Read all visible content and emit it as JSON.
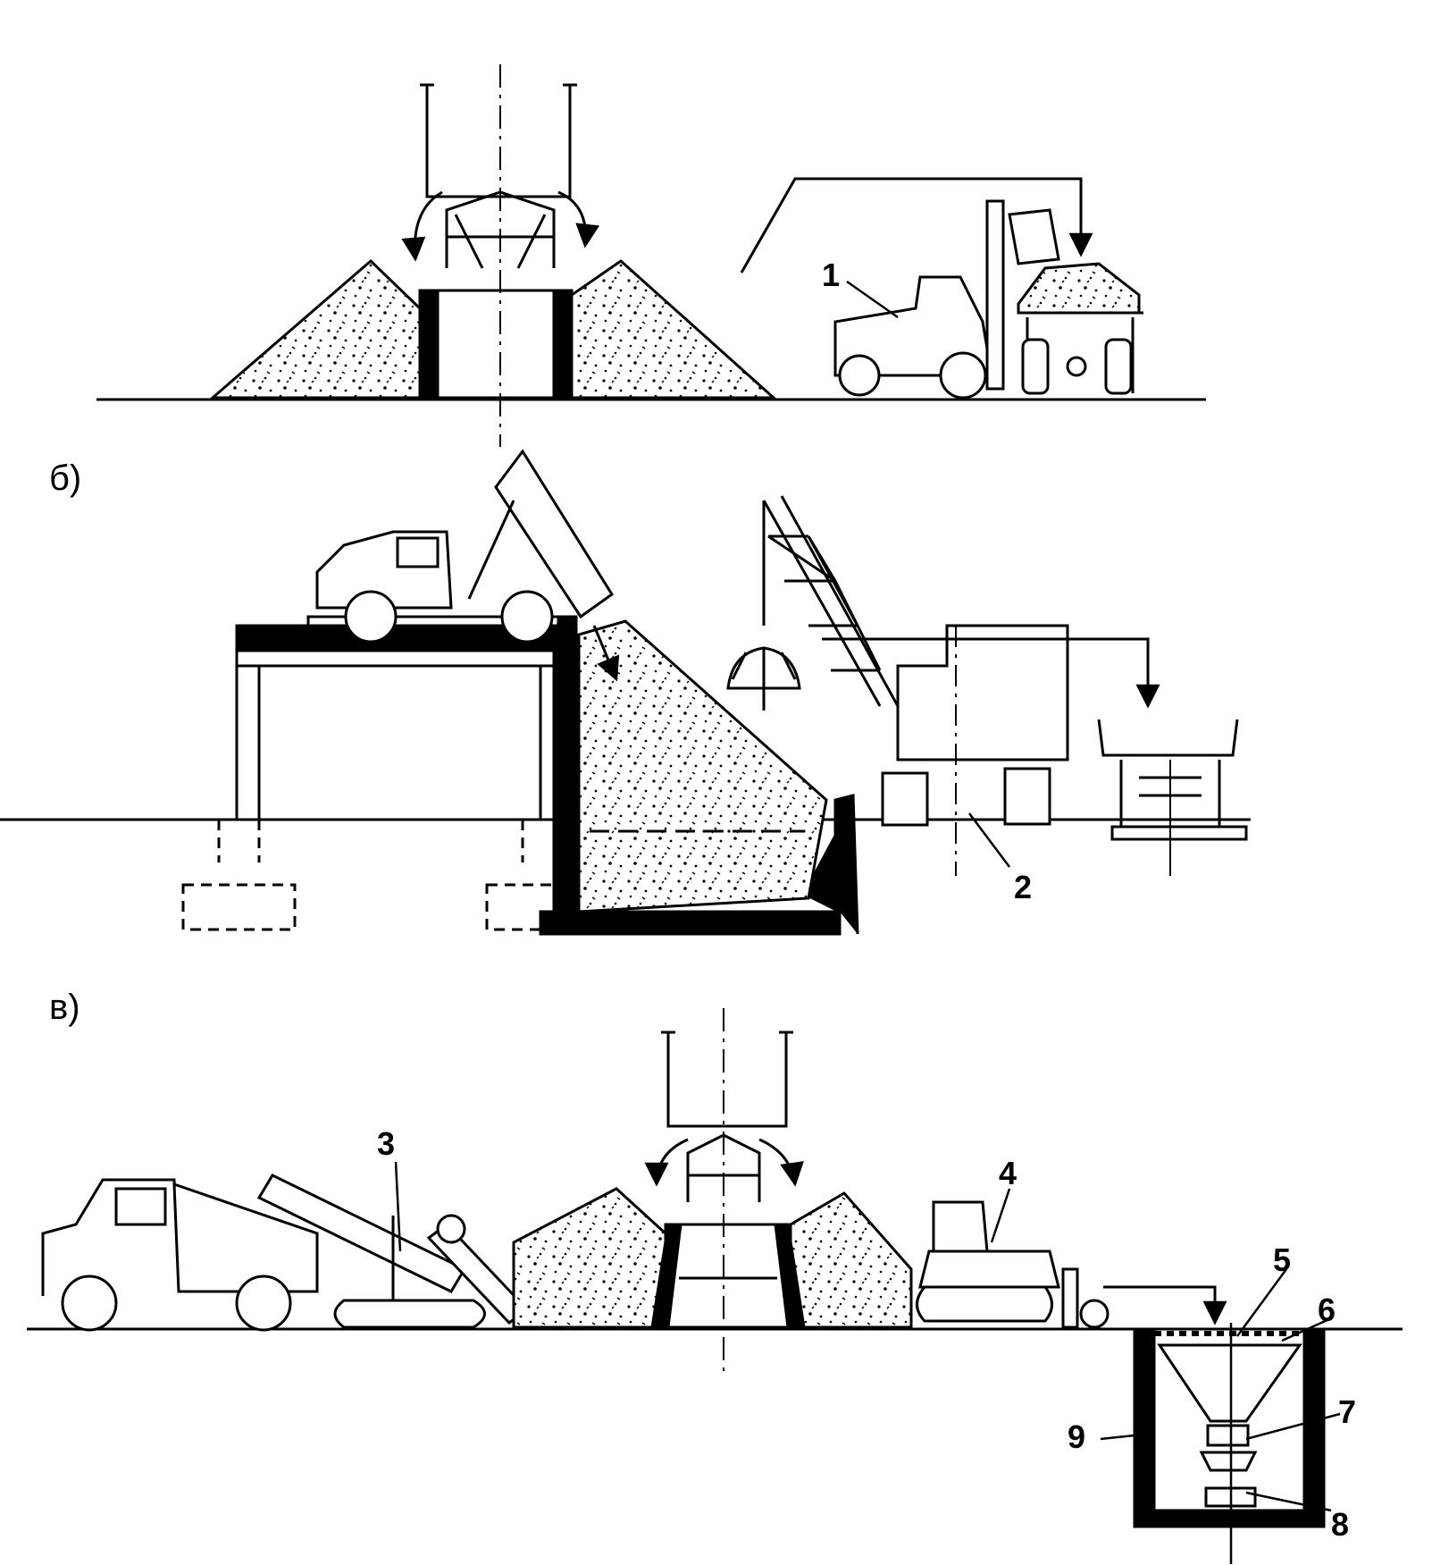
{
  "sections": {
    "b": "б)",
    "v": "в)"
  },
  "labels": {
    "n1": "1",
    "n2": "2",
    "n3": "3",
    "n4": "4",
    "n5": "5",
    "n6": "6",
    "n7": "7",
    "n8": "8",
    "n9": "9"
  },
  "colors": {
    "ink": "#000000",
    "paper": "#ffffff"
  }
}
